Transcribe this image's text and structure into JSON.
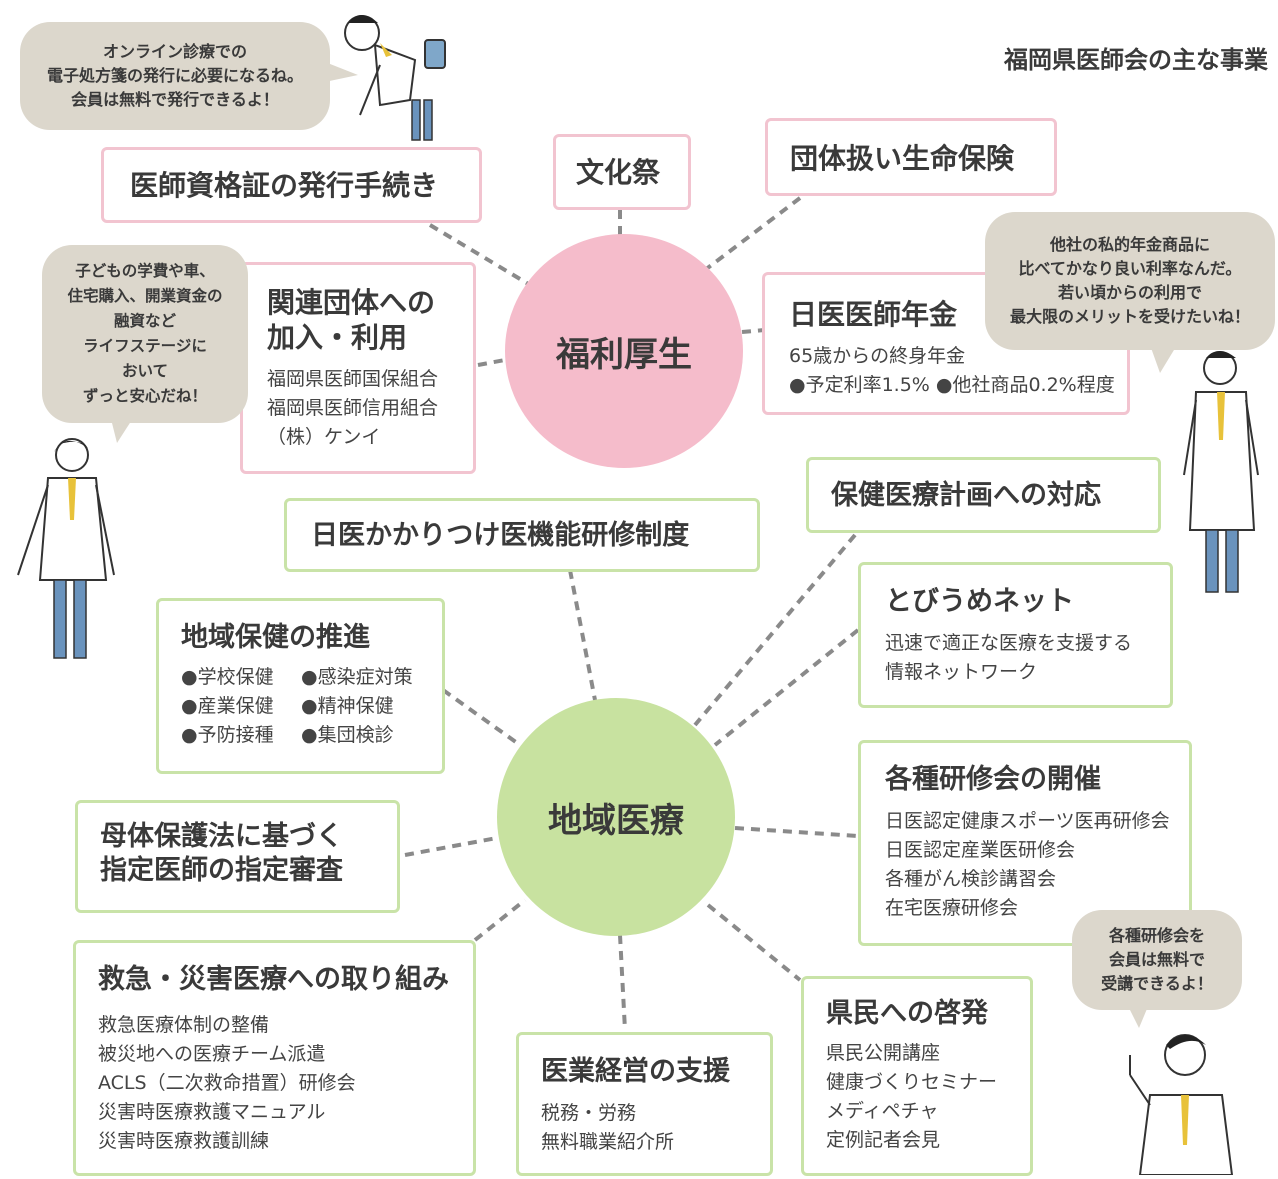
{
  "header": {
    "title": "福岡県医師会の主な事業"
  },
  "hubs": {
    "welfare": "福利厚生",
    "community": "地域医療"
  },
  "welfare": {
    "certificate": "医師資格証の発行手続き",
    "festival": "文化祭",
    "insurance": "団体扱い生命保険",
    "related": {
      "title_line1": "関連団体への",
      "title_line2": "加入・利用",
      "items": [
        "福岡県医師国保組合",
        "福岡県医師信用組合",
        "（株）ケンイ"
      ]
    },
    "pension": {
      "title": "日医医師年金",
      "line1": "65歳からの終身年金",
      "line2": "●予定利率1.5%  ●他社商品0.2%程度"
    }
  },
  "community": {
    "kakaritsuke": "日医かかりつけ医機能研修制度",
    "health_plan": "保健医療計画への対応",
    "tobiume": {
      "title": "とびうめネット",
      "line1": "迅速で適正な医療を支援する",
      "line2": "情報ネットワーク"
    },
    "regional_health": {
      "title": "地域保健の推進",
      "items": [
        "●学校保健",
        "●感染症対策",
        "●産業保健",
        "●精神保健",
        "●予防接種",
        "●集団検診"
      ]
    },
    "maternal": {
      "line1": "母体保護法に基づく",
      "line2": "指定医師の指定審査"
    },
    "training": {
      "title": "各種研修会の開催",
      "items": [
        "日医認定健康スポーツ医再研修会",
        "日医認定産業医研修会",
        "各種がん検診講習会",
        "在宅医療研修会"
      ]
    },
    "emergency": {
      "title": "救急・災害医療への取り組み",
      "items": [
        "救急医療体制の整備",
        "被災地への医療チーム派遣",
        "ACLS（二次救命措置）研修会",
        "災害時医療救護マニュアル",
        "災害時医療救護訓練"
      ]
    },
    "management": {
      "title": "医業経営の支援",
      "items": [
        "税務・労務",
        "無料職業紹介所"
      ]
    },
    "public": {
      "title": "県民への啓発",
      "items": [
        "県民公開講座",
        "健康づくりセミナー",
        "メディペチャ",
        "定例記者会見"
      ]
    }
  },
  "bubbles": {
    "top_left": [
      "オンライン診療での",
      "電子処方箋の発行に必要になるね。",
      "会員は無料で発行できるよ！"
    ],
    "left": [
      "子どもの学費や車、",
      "住宅購入、開業資金の",
      "融資など",
      "ライフステージに",
      "おいて",
      "ずっと安心だね！"
    ],
    "right": [
      "他社の私的年金商品に",
      "比べてかなり良い利率なんだ。",
      "若い頃からの利用で",
      "最大限のメリットを受けたいね！"
    ],
    "bottom_right": [
      "各種研修会を",
      "会員は無料で",
      "受講できるよ！"
    ]
  },
  "colors": {
    "pink_hub": "#f5bccb",
    "green_hub": "#c8e2a0",
    "pink_border": "#f2c4d0",
    "green_border": "#c9e3a8",
    "bubble": "#dcd7cc"
  }
}
